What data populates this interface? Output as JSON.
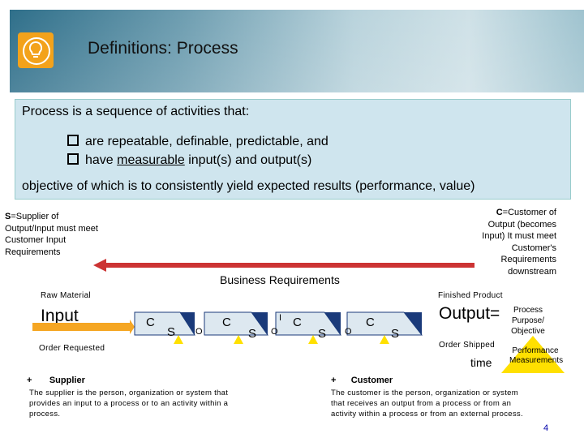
{
  "header": {
    "title": "Definitions: Process",
    "icon": "lightbulb-icon",
    "icon_color": "#f3a21b"
  },
  "definition": {
    "intro": "Process is a sequence of activities that:",
    "bullet1": "are repeatable, definable, predictable, and",
    "bullet2_prefix": "have",
    "bullet2_underlined": "measurable",
    "bullet2_suffix": "input(s) and output(s)",
    "conclusion": "objective of which is to consistently yield expected results (performance, value)"
  },
  "supplier_note": {
    "letter": "S",
    "text": "=Supplier of Output/Input must meet Customer Input Requirements"
  },
  "customer_note": {
    "letter": "C",
    "text": "=Customer of Output (becomes Input) It must meet Customer's Requirements downstream"
  },
  "diagram": {
    "business_requirements": "Business Requirements",
    "raw_material": "Raw Material",
    "input": "Input",
    "order_requested": "Order Requested",
    "finished_product": "Finished Product",
    "output": "Output",
    "equals": "=",
    "purpose_objective": "Process Purpose/ Objective",
    "order_shipped": "Order Shipped",
    "time": "time",
    "performance_measurements": "Performance Measurements",
    "c": "C",
    "s": "S",
    "o": "O",
    "i": "I",
    "arrow_color": "#cc3333",
    "block_color": "#1a3a7a",
    "triangle_color": "#ffe000"
  },
  "footer": {
    "supplier_plus": "+",
    "supplier_head": "Supplier",
    "supplier_text": "The supplier is the person, organization or system that provides an input to a process or to an activity within a process.",
    "customer_plus": "+",
    "customer_head": "Customer",
    "customer_text": "The customer is the person, organization or system that receives an output from a process or from an activity within a process or from an external process.",
    "page_number": "4"
  }
}
